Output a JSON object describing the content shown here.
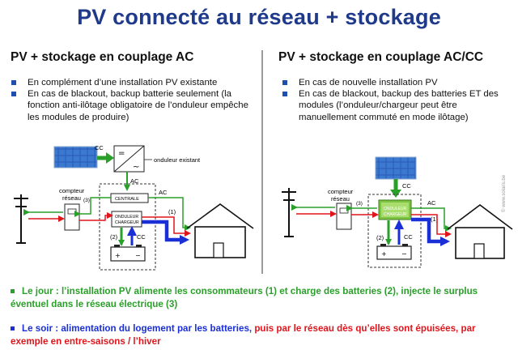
{
  "title": "PV connecté au réseau + stockage",
  "left": {
    "heading": "PV + stockage en couplage AC",
    "bullets": [
      "En complément d’une installation PV existante",
      "En cas de blackout, backup batterie seulement (la fonction anti-ilôtage obligatoire de l’onduleur empêche les modules de produire)"
    ],
    "diagram": {
      "cc": "CC",
      "onduleur_existant": "onduleur existant",
      "ac_top": "AC",
      "ac_mid": "AC",
      "compteur_1": "compteur",
      "compteur_2": "réseau",
      "num3": "(3)",
      "centrale": "CENTRALE",
      "onduleur_1": "ONDULEUR",
      "onduleur_2": "CHARGEUR",
      "num1": "(1)",
      "num2": "(2)",
      "cc_bat": "CC"
    }
  },
  "right": {
    "heading": "PV + stockage en couplage AC/CC",
    "bullets": [
      "En cas de nouvelle installation PV",
      "En cas de blackout, backup des batteries ET des modules (l’onduleur/chargeur peut être manuellement commuté en mode ilôtage)"
    ],
    "diagram": {
      "cc_pv": "CC",
      "compteur_1": "compteur",
      "compteur_2": "réseau",
      "num3": "(3)",
      "ac": "AC",
      "onduleur_1": "ONDULEUR",
      "onduleur_2": "CHARGEUR",
      "num1": "(1)",
      "num2": "(2)",
      "cc_bat": "CC"
    }
  },
  "watermark": "© www.solaris.be",
  "bottom": {
    "day": "Le jour : l’installation PV alimente les consommateurs (1) et charge des batteries (2), injecte le surplus éventuel dans le réseau électrique (3)",
    "night_blue": "Le soir : alimentation du logement par les batteries,",
    "night_red": " puis par le réseau dès qu’elles sont épuisées, par exemple en entre-saisons / l’hiver"
  },
  "colors": {
    "title": "#1f3a8a",
    "green": "#2aa02a",
    "red": "#e0151c",
    "blue": "#1a2fd6",
    "bullet": "#1f4fae"
  }
}
